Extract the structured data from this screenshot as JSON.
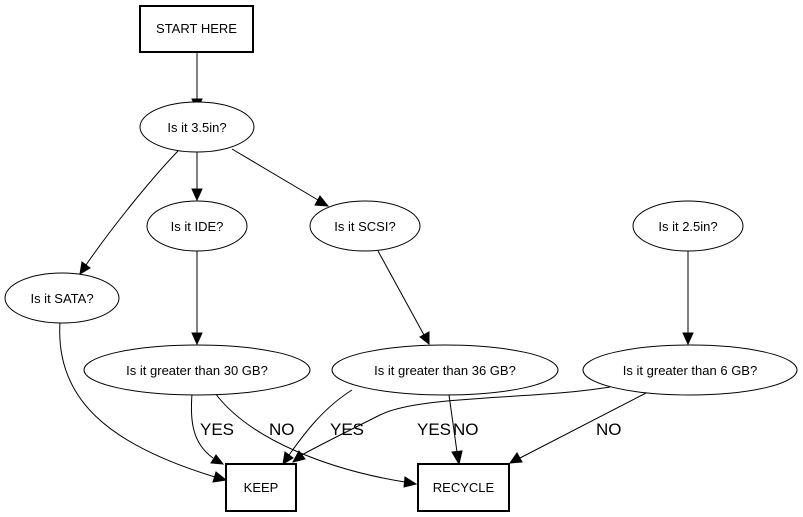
{
  "nodes": {
    "start": "START HERE",
    "q_35in": "Is it 3.5in?",
    "q_ide": "Is it IDE?",
    "q_scsi": "Is it SCSI?",
    "q_25in": "Is it 2.5in?",
    "q_sata": "Is it SATA?",
    "q_30gb": "Is it greater than 30 GB?",
    "q_36gb": "Is it greater than 36 GB?",
    "q_6gb": "Is it greater than 6 GB?",
    "keep": "KEEP",
    "recycle": "RECYCLE"
  },
  "edge_labels": {
    "gb30_yes": "YES",
    "gb30_no": "NO",
    "gb36_yes": "YES",
    "gb36_no": "NO",
    "gb6_yes": "YES",
    "gb6_no": "NO"
  }
}
